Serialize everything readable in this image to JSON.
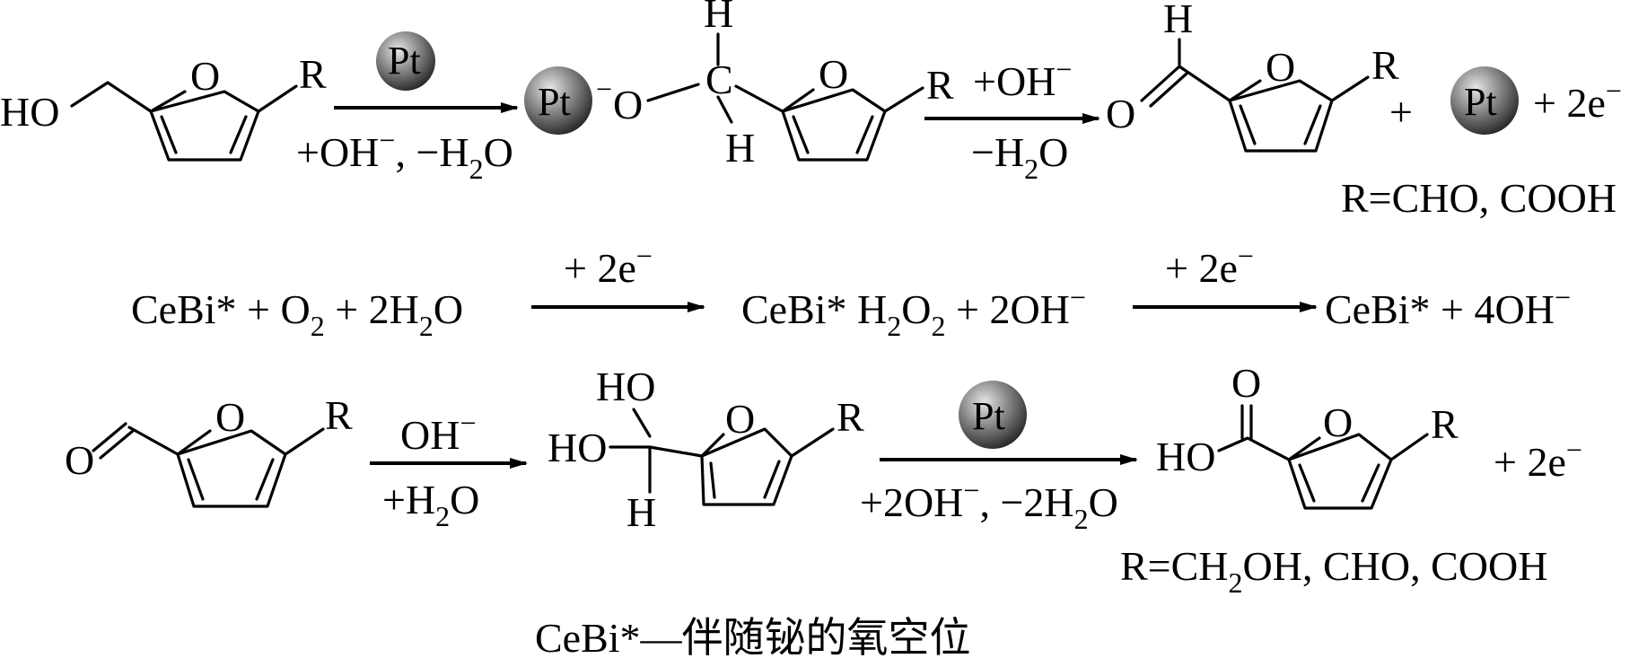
{
  "scheme": {
    "row1": {
      "reactant": {
        "ho": "HO",
        "o": "O",
        "r": "R"
      },
      "arrow1": {
        "catalyst": "Pt",
        "below_a": "+OH",
        "below_minus": "−",
        "below_b": ", −H",
        "below_sub": "2",
        "below_c": "O"
      },
      "intermediate": {
        "pt": "Pt",
        "o_minus": "−",
        "o": "O",
        "h_top": "H",
        "c": "C",
        "h_bottom": "H",
        "o_ring": "O",
        "r": "R"
      },
      "arrow2": {
        "above_a": "+OH",
        "above_minus": "−",
        "below_a": "−H",
        "below_sub": "2",
        "below_b": "O"
      },
      "product": {
        "h": "H",
        "o": "O",
        "o_ring": "O",
        "r": "R"
      },
      "plus1": "+",
      "pt": "Pt",
      "plus2_a": "+ 2e",
      "plus2_minus": "−",
      "r_note": "R=CHO, COOH"
    },
    "row2": {
      "left_a": "CeBi* + O",
      "left_sub1": "2",
      "left_b": " + 2H",
      "left_sub2": "2",
      "left_c": "O",
      "arrow1_a": "+ 2e",
      "arrow1_minus": "−",
      "mid_a": "CeBi* H",
      "mid_sub1": "2",
      "mid_b": "O",
      "mid_sub2": "2",
      "mid_c": " + 2OH",
      "mid_minus": "−",
      "arrow2_a": "+ 2e",
      "arrow2_minus": "−",
      "right_a": "CeBi* + 4OH",
      "right_minus": "−"
    },
    "row3": {
      "reactant": {
        "o": "O",
        "o_ring": "O",
        "r": "R"
      },
      "arrow1": {
        "above_a": "OH",
        "above_minus": "−",
        "below_a": "+H",
        "below_sub": "2",
        "below_b": "O"
      },
      "intermediate": {
        "ho_top": "HO",
        "ho_left": "HO",
        "h": "H",
        "o_ring": "O",
        "r": "R"
      },
      "arrow2": {
        "catalyst": "Pt",
        "below_a": "+2OH",
        "below_minus": "−",
        "below_b": ", −2H",
        "below_sub": "2",
        "below_c": "O"
      },
      "product": {
        "o_top": "O",
        "ho": "HO",
        "o_ring": "O",
        "r": "R"
      },
      "plus_a": "+ 2e",
      "plus_minus": "−",
      "r_note_a": "R=CH",
      "r_note_sub": "2",
      "r_note_b": "OH, CHO, COOH"
    },
    "caption": "CeBi*—伴随铋的氧空位"
  },
  "colors": {
    "ink": "#000000",
    "background": "#ffffff",
    "sphere_light": "#d9d9d9",
    "sphere_dark": "#2a2a2a"
  },
  "icons": {
    "catalyst": "pt-sphere-icon"
  }
}
